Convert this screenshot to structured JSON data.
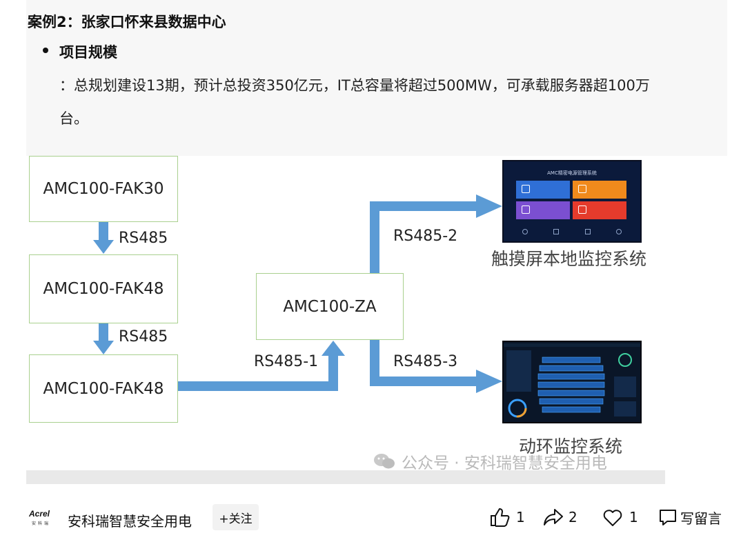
{
  "article": {
    "case_title": "案例2：张家口怀来县数据中心",
    "bullet_title": "项目规模",
    "body_line1": "：总规划建设13期，预计总投资350亿元，IT总容量将超过500MW，可承载服务器超100万",
    "body_line2": "台。"
  },
  "diagram": {
    "devices": {
      "fak30": "AMC100-FAK30",
      "fak48_a": "AMC100-FAK48",
      "fak48_b": "AMC100-FAK48",
      "za": "AMC100-ZA"
    },
    "links": {
      "rs485_a": "RS485",
      "rs485_b": "RS485",
      "rs485_1": "RS485-1",
      "rs485_2": "RS485-2",
      "rs485_3": "RS485-3"
    },
    "touch_screen": {
      "caption": "触摸屏本地监控系统",
      "title": "AMC精密电源管理系统"
    },
    "env_screen": {
      "caption": "动环监控系统"
    },
    "watermark": "公众号 · 安科瑞智慧安全用电",
    "arrow_color": "#5b9bd5",
    "box_border_color": "#a9d08e"
  },
  "footer": {
    "logo_brand": "Acrel",
    "logo_sub": "安科瑞",
    "account_name": "安科瑞智慧安全用电",
    "follow_label": "+关注",
    "like_count": "1",
    "share_count": "2",
    "favorite_count": "1",
    "comment_label": "写留言"
  }
}
